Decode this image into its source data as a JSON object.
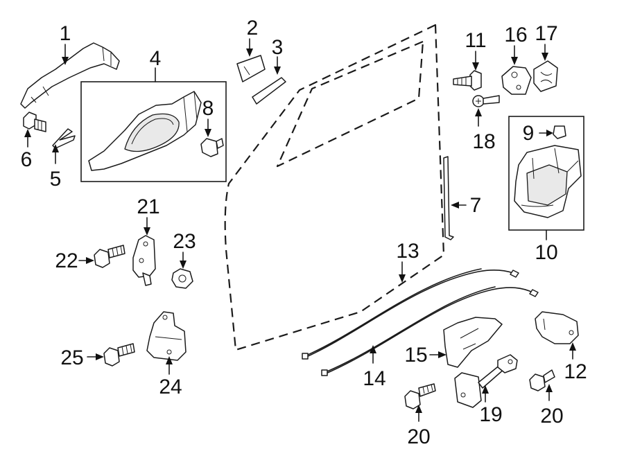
{
  "callouts": [
    {
      "id": "1",
      "label": "1"
    },
    {
      "id": "2",
      "label": "2"
    },
    {
      "id": "3",
      "label": "3"
    },
    {
      "id": "4",
      "label": "4"
    },
    {
      "id": "5",
      "label": "5"
    },
    {
      "id": "6",
      "label": "6"
    },
    {
      "id": "7",
      "label": "7"
    },
    {
      "id": "8",
      "label": "8"
    },
    {
      "id": "9",
      "label": "9"
    },
    {
      "id": "10",
      "label": "10"
    },
    {
      "id": "11",
      "label": "11"
    },
    {
      "id": "12",
      "label": "12"
    },
    {
      "id": "13",
      "label": "13"
    },
    {
      "id": "14",
      "label": "14"
    },
    {
      "id": "15",
      "label": "15"
    },
    {
      "id": "16",
      "label": "16"
    },
    {
      "id": "17",
      "label": "17"
    },
    {
      "id": "18",
      "label": "18"
    },
    {
      "id": "19",
      "label": "19"
    },
    {
      "id": "20a",
      "label": "20"
    },
    {
      "id": "20b",
      "label": "20"
    },
    {
      "id": "21",
      "label": "21"
    },
    {
      "id": "22",
      "label": "22"
    },
    {
      "id": "23",
      "label": "23"
    },
    {
      "id": "24",
      "label": "24"
    },
    {
      "id": "25",
      "label": "25"
    }
  ],
  "colors": {
    "line": "#1a1a1a",
    "background": "#ffffff",
    "shade": "#e9e9e9"
  }
}
